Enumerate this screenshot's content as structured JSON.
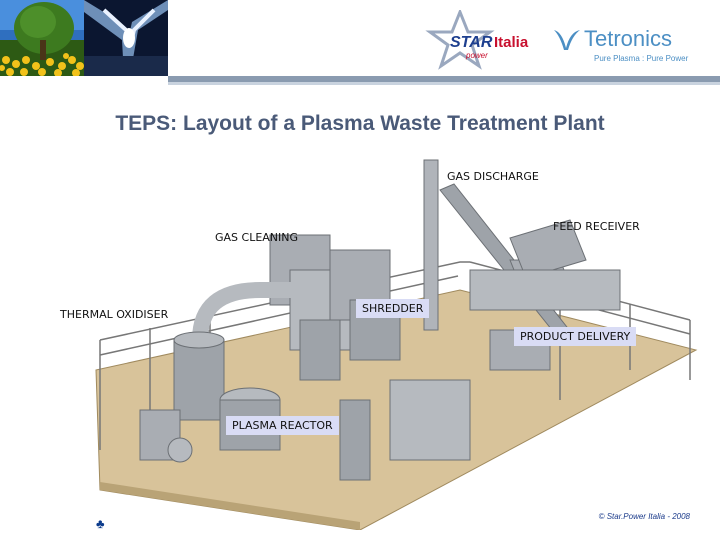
{
  "header": {
    "star_logo_text": "STAR",
    "star_logo_sub": "power",
    "star_logo_brand": "Italia",
    "tetronics_name": "Tetronics",
    "tetronics_tagline": "Pure Plasma : Pure Power"
  },
  "title": "TEPS: Layout of a Plasma Waste Treatment Plant",
  "labels": {
    "gas_discharge": "GAS DISCHARGE",
    "feed_receiver": "FEED RECEIVER",
    "gas_cleaning": "GAS CLEANING",
    "thermal_oxidiser": "THERMAL OXIDISER",
    "shredder": "SHREDDER",
    "product_delivery": "PRODUCT DELIVERY",
    "plasma_reactor": "PLASMA REACTOR"
  },
  "footer": {
    "copyright": "© Star.Power Italia - 2008",
    "bullet_icon": "club-icon"
  },
  "colors": {
    "title": "#4a5a78",
    "label_box": "#d9dcf5",
    "floor": "#d8c39a",
    "equipment": "#a9adb3",
    "star_blue": "#1d3f8f",
    "star_red": "#c8102e",
    "tetronics_blue": "#4c8fc4"
  }
}
